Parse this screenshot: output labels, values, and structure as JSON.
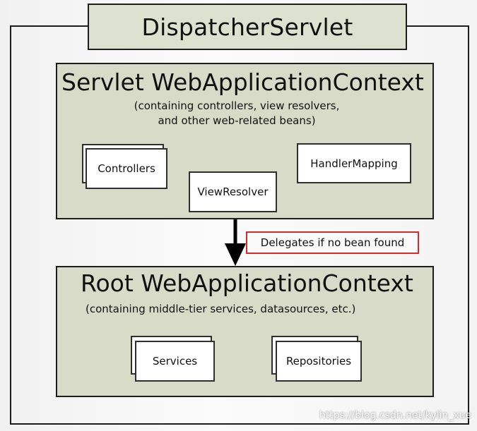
{
  "dispatcher": {
    "title": "DispatcherServlet"
  },
  "servlet_context": {
    "title": "Servlet WebApplicationContext",
    "subtitle_line1": "(containing controllers, view resolvers,",
    "subtitle_line2": "and other web-related beans)",
    "beans": {
      "controllers": "Controllers",
      "view_resolver": "ViewResolver",
      "handler_mapping": "HandlerMapping"
    }
  },
  "delegation": {
    "label": "Delegates if no bean found"
  },
  "root_context": {
    "title": "Root WebApplicationContext",
    "subtitle": "(containing middle-tier services, datasources, etc.)",
    "beans": {
      "services": "Services",
      "repositories": "Repositories"
    }
  },
  "watermark": "https://blog.csdn.net/kylin_xue",
  "colors": {
    "context_fill": "#d9dbc9",
    "title_fill": "#dde1d0",
    "note_border": "#d72a2a"
  }
}
